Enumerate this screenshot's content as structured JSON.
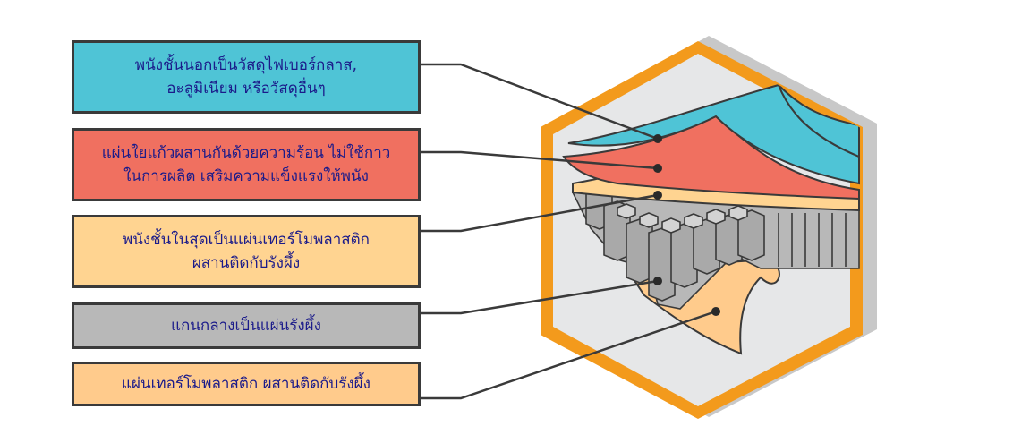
{
  "colors": {
    "outer_skin": "#4fc4d6",
    "glass_fiber": "#f07060",
    "inner_thermoplastic": "#ffd491",
    "honeycomb_core": "#b8b8b8",
    "bottom_thermoplastic": "#ffcb8c",
    "frame": "#f39a1c",
    "frame_shadow": "#c8c8c8",
    "backdrop": "#e6e7e8",
    "outline": "#3a3a3a",
    "text": "#1b1b8a"
  },
  "labels": [
    {
      "text": "พนังชั้นนอกเป็นวัสดุไฟเบอร์กลาส,\nอะลูมิเนียม หรือวัสดุอื่นๆ",
      "color_key": "outer_skin",
      "icon": "outer-skin-layer"
    },
    {
      "text": "แผ่นใยแก้วผสานกันด้วยความร้อน ไม่ใช้กาว\nในการผลิต เสริมความแข็งแรงให้พนัง",
      "color_key": "glass_fiber",
      "icon": "glass-fiber-layer"
    },
    {
      "text": "พนังชั้นในสุดเป็นแผ่นเทอร์โมพลาสติก\nผสานติดกับรังผึ้ง",
      "color_key": "inner_thermoplastic",
      "icon": "inner-thermoplastic-layer"
    },
    {
      "text": "แกนกลางเป็นแผ่นรังผึ้ง",
      "color_key": "honeycomb_core",
      "icon": "honeycomb-core"
    },
    {
      "text": "แผ่นเทอร์โมพลาสติก ผสานติดกับรังผึ้ง",
      "color_key": "bottom_thermoplastic",
      "icon": "bottom-thermoplastic-layer"
    }
  ]
}
